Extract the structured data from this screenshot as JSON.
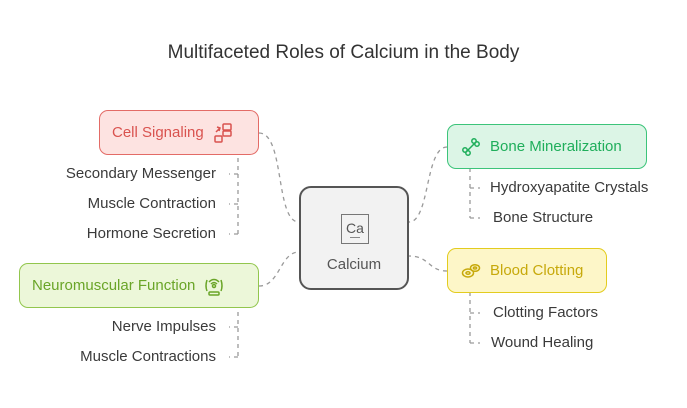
{
  "title": "Multifaceted Roles of Calcium in the Body",
  "center": {
    "symbol": "Ca",
    "label": "Calcium"
  },
  "branches": [
    {
      "label": "Cell Signaling",
      "color": "#e36b66",
      "icon": "cell-signaling-icon",
      "items": [
        "Secondary Messenger",
        "Muscle Contraction",
        "Hormone Secretion"
      ]
    },
    {
      "label": "Neuromuscular Function",
      "color": "#92c64d",
      "icon": "neuromuscular-icon",
      "items": [
        "Nerve Impulses",
        "Muscle Contractions"
      ]
    },
    {
      "label": "Bone Mineralization",
      "color": "#3cc47a",
      "icon": "bone-icon",
      "items": [
        "Hydroxyapatite Crystals",
        "Bone Structure"
      ]
    },
    {
      "label": "Blood Clotting",
      "color": "#e3cc1f",
      "icon": "blood-cells-icon",
      "items": [
        "Clotting Factors",
        "Wound Healing"
      ]
    }
  ]
}
